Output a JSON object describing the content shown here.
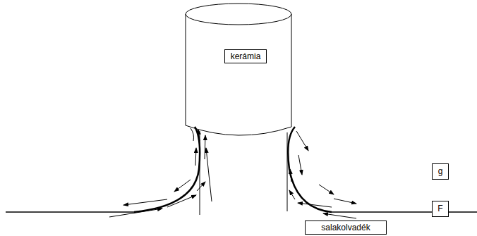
{
  "diagram": {
    "nodes": [
      {
        "text": [
          "kerámia"
        ]
      },
      {
        "text": [
          "g"
        ]
      },
      {
        "text": [
          "F"
        ]
      },
      {
        "text": [
          "salakolvadék"
        ]
      }
    ]
  }
}
